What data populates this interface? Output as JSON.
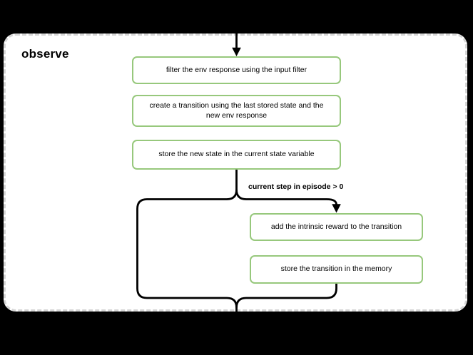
{
  "group": {
    "title": "observe"
  },
  "nodes": [
    {
      "id": "filter-env-response",
      "label": "filter the env response using the input filter"
    },
    {
      "id": "create-transition",
      "label": "create a transition using the last stored state and the\nnew env response"
    },
    {
      "id": "store-new-state",
      "label": "store the new state in the current state variable"
    },
    {
      "id": "add-intrinsic-reward",
      "label": "add the intrinsic reward to the transition"
    },
    {
      "id": "store-transition",
      "label": "store the transition in the memory"
    }
  ],
  "edges": {
    "condition_label": "current step in episode > 0"
  },
  "colors": {
    "background": "#000000",
    "container_border": "#d6d6d6",
    "node_border": "#97c87c",
    "node_text": "#000000",
    "edge": "#000000"
  }
}
